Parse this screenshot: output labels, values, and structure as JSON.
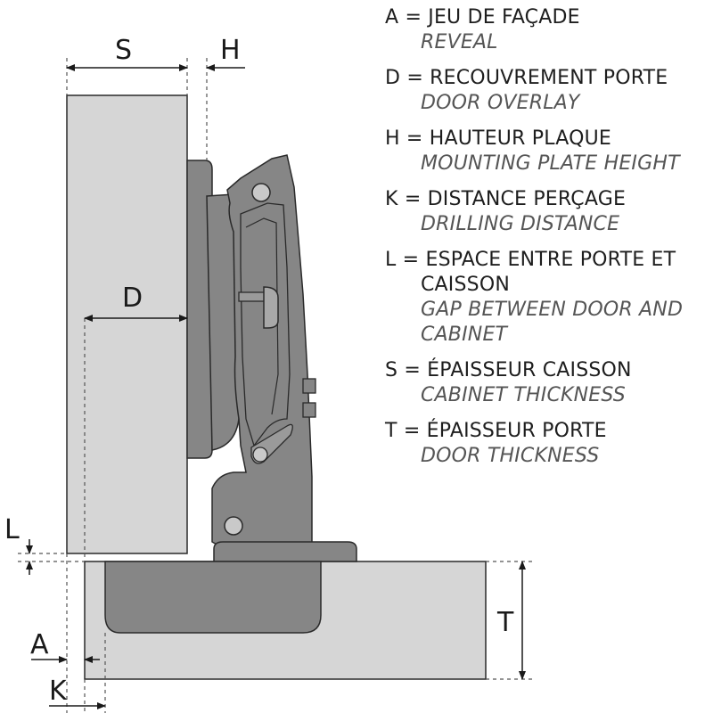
{
  "dimension_labels": {
    "S": "S",
    "H": "H",
    "D": "D",
    "L": "L",
    "A": "A",
    "K": "K",
    "T": "T"
  },
  "legend": [
    {
      "fr": "A = JEU DE FAÇADE",
      "en": "REVEAL"
    },
    {
      "fr": "D = RECOUVREMENT PORTE",
      "en": "DOOR OVERLAY"
    },
    {
      "fr": "H = HAUTEUR PLAQUE",
      "en": "MOUNTING PLATE HEIGHT"
    },
    {
      "fr": "K = DISTANCE PERÇAGE",
      "en": "DRILLING DISTANCE"
    },
    {
      "fr": "L = ESPACE ENTRE PORTE ET CAISSON",
      "en": "GAP BETWEEN DOOR AND CABINET"
    },
    {
      "fr": "S = ÉPAISSEUR CAISSON",
      "en": "CABINET THICKNESS"
    },
    {
      "fr": "T = ÉPAISSEUR PORTE",
      "en": "DOOR THICKNESS"
    }
  ],
  "colors": {
    "panel_fill": "#d6d6d6",
    "hinge_fill": "#868686",
    "outline": "#2a2a2a"
  }
}
